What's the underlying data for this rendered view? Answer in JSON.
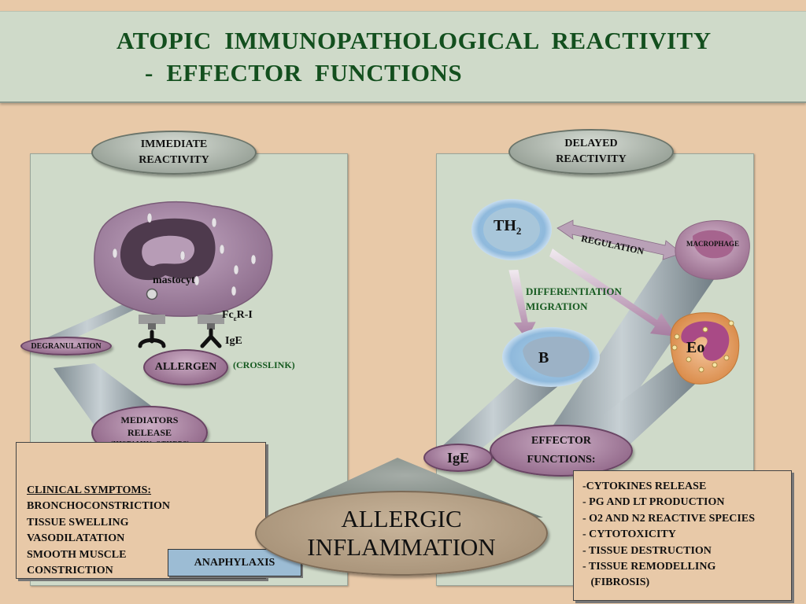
{
  "title": {
    "line1": "ATOPIC  IMMUNOPATHOLOGICAL  REACTIVITY",
    "line2": "-  EFFECTOR  FUNCTIONS"
  },
  "immediate": {
    "badge_line1": "IMMEDIATE",
    "badge_line2": "REACTIVITY",
    "mastocyt": "mastocyt",
    "fc_receptor_prefix": "Fc",
    "fc_receptor_sub": "ε",
    "fc_receptor_suffix": "R-I",
    "ige": "IgE",
    "allergen": "ALLERGEN",
    "crosslink": "(CROSSLINK)",
    "degranulation": "DEGRANULATION",
    "mediators_line1": "MEDIATORS",
    "mediators_line2": "RELEASE",
    "mediators_line3": "(HISTAMIN, OTHERS)"
  },
  "delayed": {
    "badge_line1": "DELAYED",
    "badge_line2": "REACTIVITY",
    "th2_main": "TH",
    "th2_sub": "2",
    "regulation": "REGULATION",
    "macrophage": "MACROPHAGE",
    "diff_line1": "DIFFERENTIATION",
    "diff_line2": "MIGRATION",
    "b_cell": "B",
    "eo": "Eo",
    "ige": "IgE",
    "effector_line1": "EFFECTOR",
    "effector_line2": "FUNCTIONS:"
  },
  "clinical": {
    "heading": "CLINICAL  SYMPTOMS:",
    "lines": [
      "BRONCHOCONSTRICTION",
      "TISSUE  SWELLING",
      "VASODILATATION",
      "SMOOTH  MUSCLE",
      "CONSTRICTION"
    ]
  },
  "anaphylaxis": "ANAPHYLAXIS",
  "allergic": {
    "line1": "ALLERGIC",
    "line2": "INFLAMMATION"
  },
  "effector_list": [
    "-CYTOKINES  RELEASE",
    "- PG  AND  LT  PRODUCTION",
    "- O2  AND N2 REACTIVE SPECIES",
    "- CYTOTOXICITY",
    "- TISSUE  DESTRUCTION",
    "- TISSUE  REMODELLING",
    "   (FIBROSIS)"
  ],
  "colors": {
    "background": "#e8c9a8",
    "panel": "#cfdac9",
    "title_text": "#134f1e",
    "cell_purple": "#a07e9d",
    "lymphocyte_blue": "#9cc6e6",
    "eosinophil_orange": "#e49a52"
  }
}
